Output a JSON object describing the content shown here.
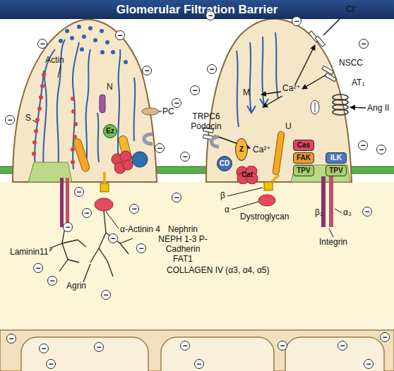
{
  "diagram": {
    "title": "Glomerular Filtration Barrier",
    "nodes": [
      {
        "text": [
          "−"
        ]
      },
      {
        "text": [
          "−"
        ]
      },
      {
        "text": [
          "−"
        ]
      },
      {
        "text": [
          "−"
        ]
      },
      {
        "text": [
          "−"
        ]
      },
      {
        "text": [
          "−"
        ]
      },
      {
        "text": [
          "−"
        ]
      },
      {
        "text": [
          "−"
        ]
      },
      {
        "text": [
          "−"
        ]
      },
      {
        "text": [
          "−"
        ]
      },
      {
        "text": [
          "Ez"
        ]
      },
      {
        "text": [
          "−"
        ]
      },
      {
        "text": [
          "Cas"
        ]
      },
      {
        "text": [
          "−"
        ]
      },
      {
        "text": [
          "Z"
        ]
      },
      {
        "text": [
          "−"
        ]
      },
      {
        "text": [
          "FAK"
        ]
      },
      {
        "text": [
          "ILK"
        ]
      },
      {
        "text": [
          "CD"
        ]
      },
      {
        "text": [
          "−"
        ]
      },
      {
        "text": [
          "TPV"
        ]
      },
      {
        "text": [
          "TPV"
        ]
      },
      {
        "text": [
          "Cat"
        ]
      },
      {
        "text": [
          "−"
        ]
      },
      {
        "text": [
          "−"
        ]
      },
      {
        "text": [
          "−"
        ]
      },
      {
        "text": [
          "−"
        ]
      },
      {
        "text": [
          "−"
        ]
      },
      {
        "text": [
          "−"
        ]
      },
      {
        "text": [
          "−"
        ]
      },
      {
        "text": [
          "−"
        ]
      },
      {
        "text": [
          "−"
        ]
      },
      {
        "text": [
          "−"
        ]
      },
      {
        "text": [
          "−"
        ]
      },
      {
        "text": [
          "−"
        ]
      },
      {
        "text": [
          "−"
        ]
      },
      {
        "text": [
          "−"
        ]
      },
      {
        "text": [
          "−"
        ]
      },
      {
        "text": [
          "−"
        ]
      },
      {
        "text": [
          "−"
        ]
      },
      {
        "text": [
          "−"
        ]
      },
      {
        "text": [
          "−"
        ]
      },
      {
        "text": [
          "−"
        ]
      },
      {
        "text": [
          "−"
        ]
      }
    ],
    "labels": [
      "Actin",
      "N",
      "PC",
      "S",
      "α-Actinin 4",
      "Laminin11",
      "Agrin",
      "Nephrin NEPH 1-3 P-Cadherin FAT1",
      "TRPC6 Podocin",
      "Ca²⁺",
      "M",
      "Ca²⁺",
      "Cl⁻",
      "NSCC",
      "AT₁",
      "Ang II",
      "U",
      "β",
      "α",
      "Dystroglycan",
      "β₁",
      "α₃",
      "Integrin",
      "COLLAGEN IV (α3, α4, α5)"
    ]
  }
}
